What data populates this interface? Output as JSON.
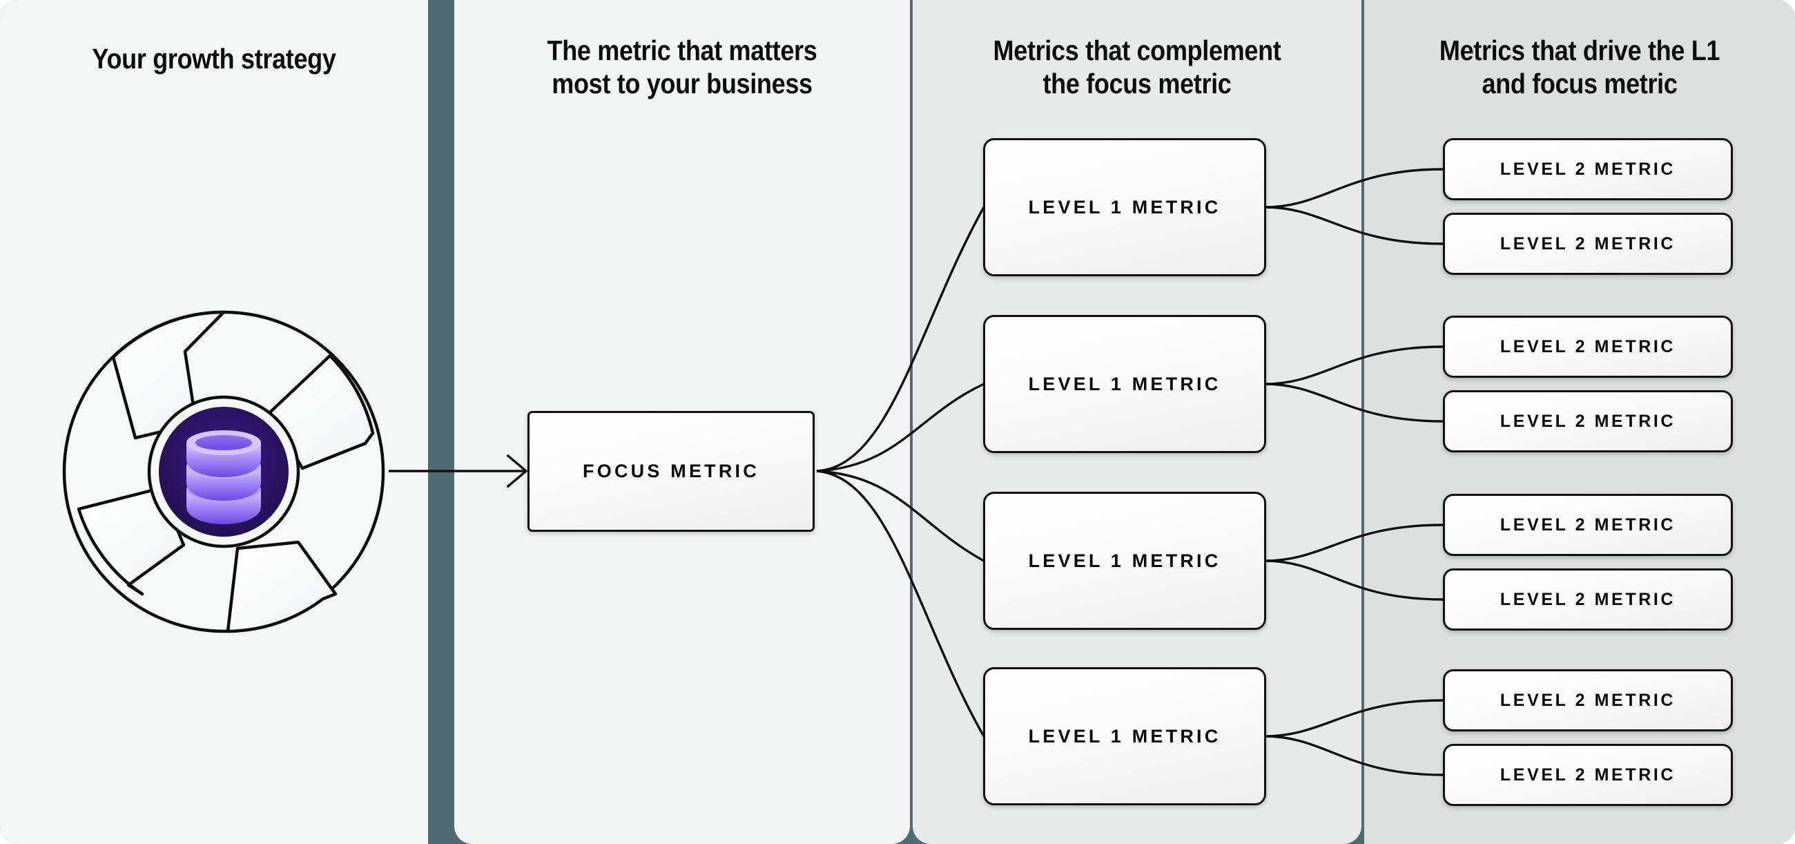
{
  "theme": {
    "divider_color": "#4e6a73",
    "panel_1_bg": "#f4f5f5",
    "panel_2_bg": "#f3f4f4",
    "panel_3_bg": "#e8e9e9",
    "panel_4_bg": "#dedfdf",
    "line_color": "#101010",
    "logo_inner_circle": "#2a1465",
    "logo_accent": "#7b5cf0",
    "logo_accent_light": "#c8b8fb"
  },
  "columns": [
    {
      "title": "Your growth strategy"
    },
    {
      "title": "The metric that matters\nmost to your business"
    },
    {
      "title": "Metrics that complement\nthe focus metric"
    },
    {
      "title": "Metrics that drive the L1\nand focus metric"
    }
  ],
  "logo": {
    "icon_name": "database-icon",
    "shape_name": "pinwheel-aperture"
  },
  "focus_metric": {
    "label": "FOCUS METRIC"
  },
  "level_1_metrics": [
    {
      "label": "LEVEL 1 METRIC"
    },
    {
      "label": "LEVEL 1 METRIC"
    },
    {
      "label": "LEVEL 1 METRIC"
    },
    {
      "label": "LEVEL 1 METRIC"
    }
  ],
  "level_2_metrics": [
    {
      "label": "LEVEL 2 METRIC"
    },
    {
      "label": "LEVEL 2 METRIC"
    },
    {
      "label": "LEVEL 2 METRIC"
    },
    {
      "label": "LEVEL 2 METRIC"
    },
    {
      "label": "LEVEL 2 METRIC"
    },
    {
      "label": "LEVEL 2 METRIC"
    },
    {
      "label": "LEVEL 2 METRIC"
    },
    {
      "label": "LEVEL 2 METRIC"
    }
  ]
}
